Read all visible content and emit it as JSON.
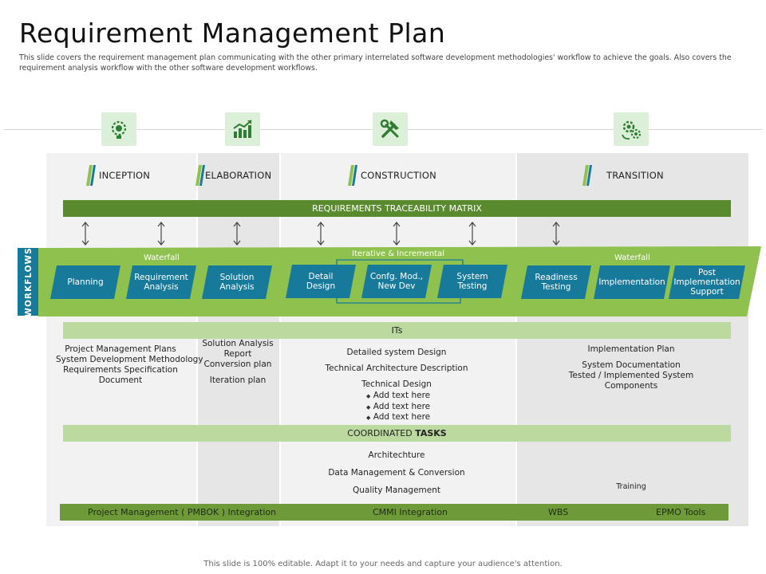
{
  "title": "Requirement Management Plan",
  "subtitle": "This slide covers the requirement management plan communicating with the other primary interrelated software development methodologies' workflow to achieve the goals. Also covers the requirement analysis workflow with the other software development workflows.",
  "icons": [
    "gear-lightbulb-icon",
    "growth-chart-icon",
    "tools-icon",
    "gears-cycle-icon"
  ],
  "phases": [
    "INCEPTION",
    "ELABORATION",
    "CONSTRUCTION",
    "TRANSITION"
  ],
  "traceability_bar": "REQUIREMENTS TRACEABILITY MATRIX",
  "workflows_label": "WORKFLOWS",
  "workflow_groups": {
    "waterfall_left": "Waterfall",
    "iterative": "Iterative & Incremental",
    "waterfall_right": "Waterfall"
  },
  "workflow_steps": [
    "Planning",
    "Requirement\nAnalysis",
    "Solution\nAnalysis",
    "Detail\nDesign",
    "Confg. Mod.,\nNew Dev",
    "System\nTesting",
    "Readiness\nTesting",
    "Implementation",
    "Post\nImplementation\nSupport"
  ],
  "its_bar": "ITs",
  "its": {
    "inception": [
      "Project Management Plans",
      "System Development Methodology",
      "Requirements Specification Document"
    ],
    "elaboration": [
      "Solution Analysis Report",
      "Conversion plan",
      "Iteration plan"
    ],
    "construction": [
      "Detailed system Design",
      "Technical Architecture Description",
      "Technical Design"
    ],
    "construction_bullets": [
      "Add text here",
      "Add text here",
      "Add text here"
    ],
    "transition": [
      "Implementation Plan",
      "System Documentation",
      "Tested / Implemented System Components"
    ]
  },
  "coordinated_bar": {
    "prefix": "COORDINATED ",
    "strong": "TASKS"
  },
  "coordinated_tasks": {
    "construction": [
      "Architechture",
      "Data Management & Conversion",
      "Quality Management"
    ],
    "transition": [
      "Training"
    ]
  },
  "bottom_bar": [
    "Project Management  ( PMBOK ) Integration",
    "CMMI Integration",
    "WBS",
    "EPMO Tools"
  ],
  "footer": "This slide is 100% editable. Adapt it to your needs and capture your audience's attention.",
  "colors": {
    "dark_green": "#5a8a2e",
    "light_green": "#8fc14f",
    "pale_green": "#bcd9a0",
    "teal": "#187a9a",
    "icon_bg": "#dcefd8"
  }
}
